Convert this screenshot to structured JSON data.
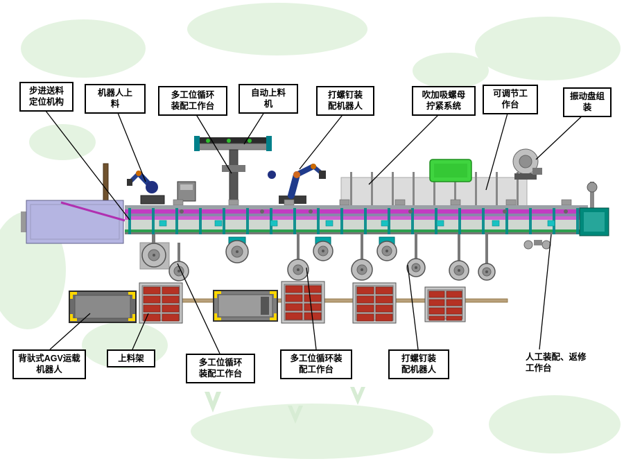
{
  "callouts_top": [
    {
      "label": "步进送料\n定位机构"
    },
    {
      "label": "机器人上\n料"
    },
    {
      "label": "多工位循环\n装配工作台"
    },
    {
      "label": "自动上料\n机"
    },
    {
      "label": "打螺钉装\n配机器人"
    },
    {
      "label": "吹加吸螺母\n拧紧系统"
    },
    {
      "label": "可调节工\n作台"
    },
    {
      "label": "振动盘组\n装"
    }
  ],
  "callouts_bottom": [
    {
      "label": "背驮式AGV运载\n机器人"
    },
    {
      "label": "上料架"
    },
    {
      "label": "多工位循环\n装配工作台"
    },
    {
      "label": "多工位循环装\n配工作台"
    },
    {
      "label": "打螺钉装\n配机器人"
    },
    {
      "label": "人工装配、返修\n工作台"
    }
  ],
  "colors": {
    "conveyor_rail_magenta": "#c23cc2",
    "conveyor_frame_teal": "#008b8b",
    "machine_green": "#3fd43f",
    "pallet_item_red": "#b53224",
    "agv_dock_lavender": "#b5b5e2",
    "robot_navy": "#1f3b8c",
    "watermark_green": "#e4f3e1",
    "callout_border": "#000000"
  }
}
